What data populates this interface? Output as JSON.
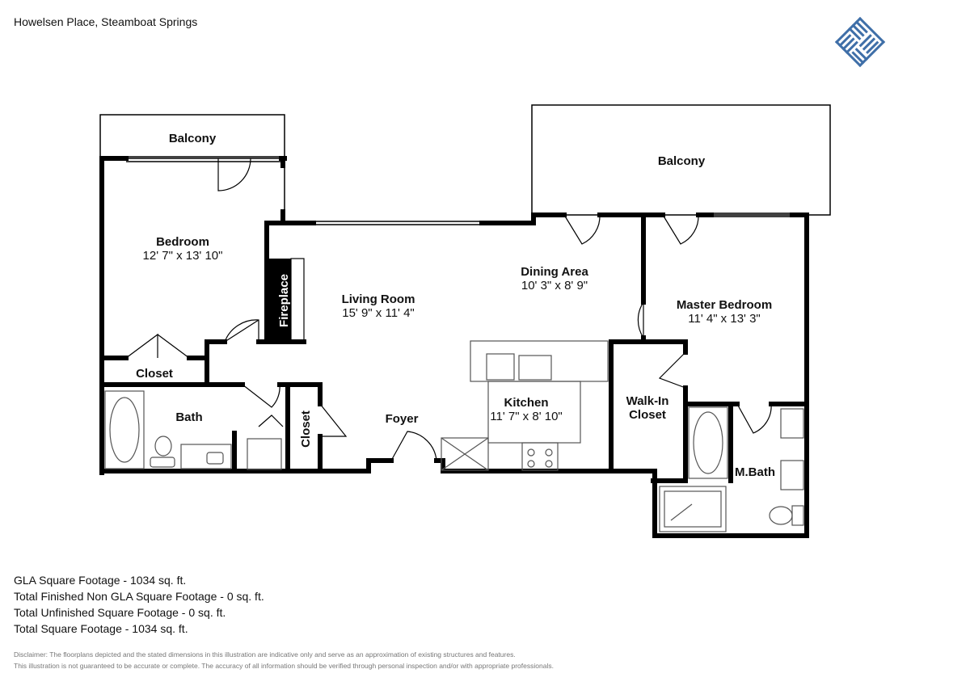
{
  "header": {
    "title": "Howelsen Place, Steamboat Springs"
  },
  "logo": {
    "icon": "woven-diamond-logo-icon",
    "color": "#3f6fa8"
  },
  "rooms": {
    "balcony_left": {
      "name": "Balcony"
    },
    "balcony_right": {
      "name": "Balcony"
    },
    "bedroom": {
      "name": "Bedroom",
      "dims": "12' 7\" x 13' 10\""
    },
    "living_room": {
      "name": "Living Room",
      "dims": "15' 9\" x 11' 4\""
    },
    "dining_area": {
      "name": "Dining Area",
      "dims": "10' 3\" x 8' 9\""
    },
    "master_bedroom": {
      "name": "Master Bedroom",
      "dims": "11' 4\" x 13' 3\""
    },
    "fireplace": {
      "name": "Fireplace"
    },
    "closet_bedroom": {
      "name": "Closet"
    },
    "closet_foyer": {
      "name": "Closet"
    },
    "bath": {
      "name": "Bath"
    },
    "foyer": {
      "name": "Foyer"
    },
    "kitchen": {
      "name": "Kitchen",
      "dims": "11' 7\" x 8' 10\""
    },
    "walk_in_closet": {
      "name_line1": "Walk-In",
      "name_line2": "Closet"
    },
    "master_bath": {
      "name": "M.Bath"
    }
  },
  "footage": {
    "gla": "GLA Square Footage - 1034 sq. ft.",
    "finished_non_gla": "Total Finished Non GLA Square Footage - 0 sq. ft.",
    "unfinished": "Total Unfinished Square Footage - 0 sq. ft.",
    "total": "Total Square Footage - 1034 sq. ft."
  },
  "disclaimer": {
    "line1": "Disclaimer: The floorplans depicted and the stated dimensions in this illustration are indicative only and serve as an approximation of existing structures and features.",
    "line2": "This illustration is not guaranteed to be accurate or complete. The accuracy of all information should be verified through personal inspection and/or with appropriate professionals."
  },
  "colors": {
    "wall": "#000000",
    "fixture": "#555555",
    "logo": "#3f6fa8"
  }
}
